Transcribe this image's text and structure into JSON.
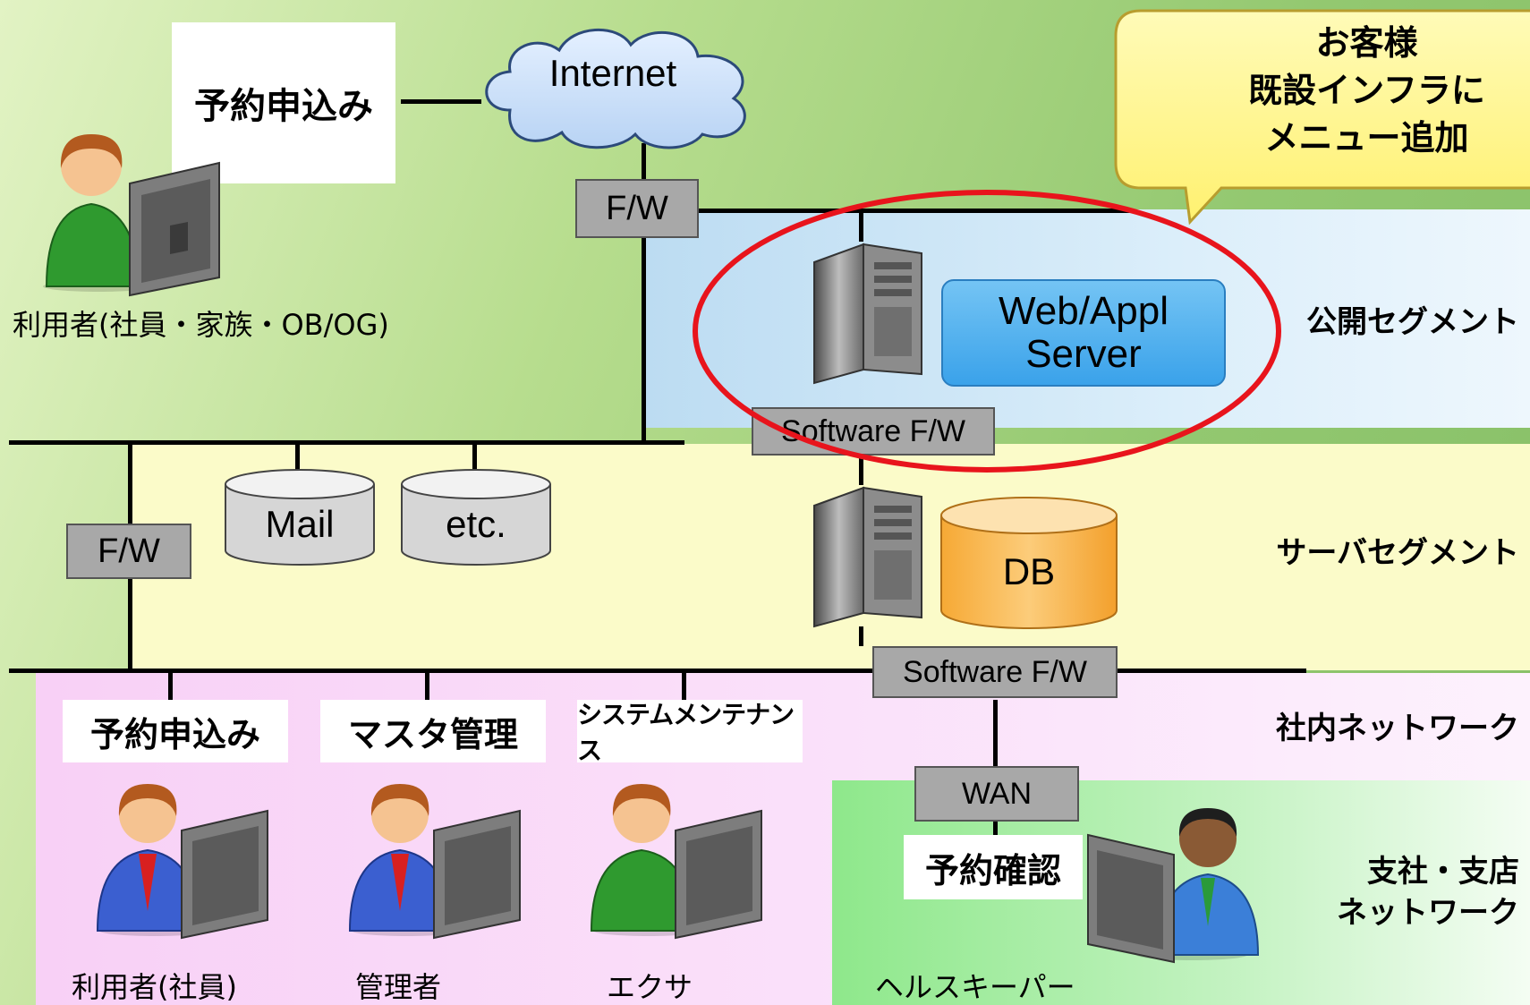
{
  "internet": {
    "label": "Internet"
  },
  "callout": {
    "line1": "お客様",
    "line2": "既設インフラに",
    "line3": "メニュー追加"
  },
  "top_user": {
    "action_label": "予約申込み",
    "caption": "利用者(社員・家族・OB/OG)"
  },
  "firewalls": {
    "internet_fw": "F/W",
    "server_fw": "F/W",
    "software_fw_public": "Software F/W",
    "software_fw_lan": "Software F/W",
    "wan": "WAN"
  },
  "web_server": {
    "line1": "Web/Appl",
    "line2": "Server"
  },
  "storage": {
    "mail": "Mail",
    "etc": "etc.",
    "db": "DB"
  },
  "segments": {
    "public": "公開セグメント",
    "server": "サーバセグメント",
    "lan": "社内ネットワーク",
    "branch_line1": "支社・支店",
    "branch_line2": "ネットワーク"
  },
  "lan_users": [
    {
      "action": "予約申込み",
      "caption": "利用者(社員)"
    },
    {
      "action": "マスタ管理",
      "caption": "管理者"
    },
    {
      "action": "システムメンテナンス",
      "caption": "エクサ"
    }
  ],
  "branch_user": {
    "action": "予約確認",
    "caption": "ヘルスキーパー"
  },
  "colors": {
    "highlight_ellipse": "#e8141c",
    "db_cylinder": "#f7b24a",
    "web_box": "#3aa2ea",
    "callout_fill": "#fff58a"
  }
}
